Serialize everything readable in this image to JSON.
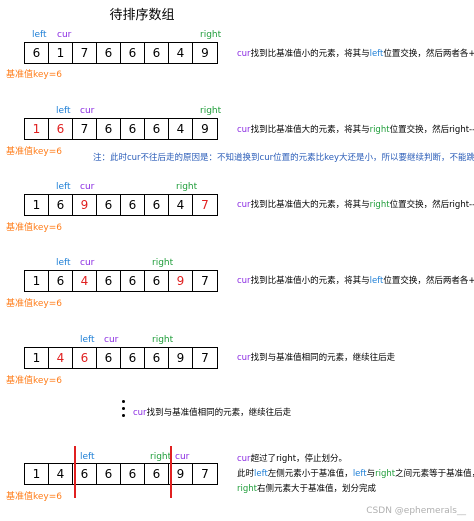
{
  "title": "待排序数组",
  "key_label": "基准值key=6",
  "labels": {
    "left": "left",
    "cur": "cur",
    "right": "right"
  },
  "rows": [
    {
      "values": [
        "6",
        "1",
        "7",
        "6",
        "6",
        "6",
        "4",
        "9"
      ],
      "red": [],
      "desc": [
        [
          "cur",
          "找到比基准值小的元素，将其与"
        ],
        [
          "left",
          "left"
        ],
        [
          "",
          "位置交换，然后两者各++"
        ]
      ]
    },
    {
      "values": [
        "1",
        "6",
        "7",
        "6",
        "6",
        "6",
        "4",
        "9"
      ],
      "red": [
        0,
        1
      ],
      "desc": [
        [
          "cur",
          "cur"
        ],
        [
          "",
          "找到比基准值大的元素，将其与"
        ],
        [
          "right",
          "right"
        ],
        [
          "",
          "位置交换，然后right--"
        ]
      ]
    },
    {
      "values": [
        "1",
        "6",
        "9",
        "6",
        "6",
        "6",
        "4",
        "7"
      ],
      "red": [
        2,
        7
      ],
      "desc": [
        [
          "cur",
          "cur"
        ],
        [
          "",
          "找到比基准值大的元素，将其与"
        ],
        [
          "right",
          "right"
        ],
        [
          "",
          "位置交换，然后right--"
        ]
      ]
    },
    {
      "values": [
        "1",
        "6",
        "4",
        "6",
        "6",
        "6",
        "9",
        "7"
      ],
      "red": [
        2,
        6
      ],
      "desc": [
        [
          "cur",
          "cur"
        ],
        [
          "",
          "找到比基准值小的元素，将其与"
        ],
        [
          "left",
          "left"
        ],
        [
          "",
          "位置交换，然后两者各++"
        ]
      ]
    },
    {
      "values": [
        "1",
        "4",
        "6",
        "6",
        "6",
        "6",
        "9",
        "7"
      ],
      "red": [
        1,
        2
      ],
      "desc": [
        [
          "cur",
          "cur"
        ],
        [
          "",
          "找到与基准值相同的元素，继续往后走"
        ]
      ]
    },
    {
      "values": [
        "1",
        "4",
        "6",
        "6",
        "6",
        "6",
        "9",
        "7"
      ],
      "red": [],
      "desc": []
    }
  ],
  "note": "注：此时cur不往后走的原因是：不知道换到cur位置的元素比key大还是小，所以要继续判断，不能跳过",
  "middle_desc": "cur找到与基准值相同的元素，继续往后走",
  "final_desc": {
    "line1": "cur超过了right，停止划分。",
    "line2_a": "此时",
    "line2_b": "left",
    "line2_c": "左侧元素小于基准值，",
    "line2_d": "left",
    "line2_e": "与",
    "line2_f": "right",
    "line2_g": "之间元素等于基准值，",
    "line3_a": "right",
    "line3_b": "右侧元素大于基准值，划分完成"
  },
  "watermark": "CSDN @ephemerals__"
}
